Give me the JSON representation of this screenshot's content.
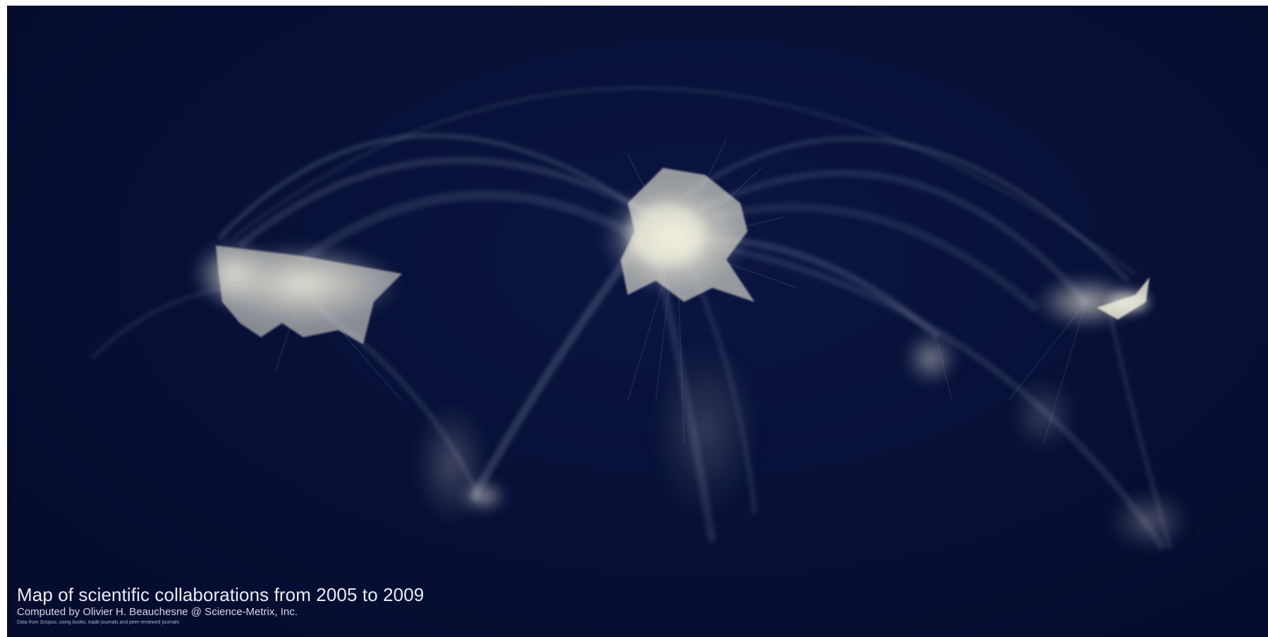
{
  "map": {
    "title": "Map of scientific collaborations from 2005 to 2009",
    "credit": "Computed by Olivier H. Beauchesne @ Science-Metrix, Inc.",
    "source_note": "Data from Scopus, using books, trade journals and peer-reviewed journals",
    "colors": {
      "background": "#070f36",
      "glow": "#f2f0e0",
      "arc": "#c9d0e6"
    }
  }
}
